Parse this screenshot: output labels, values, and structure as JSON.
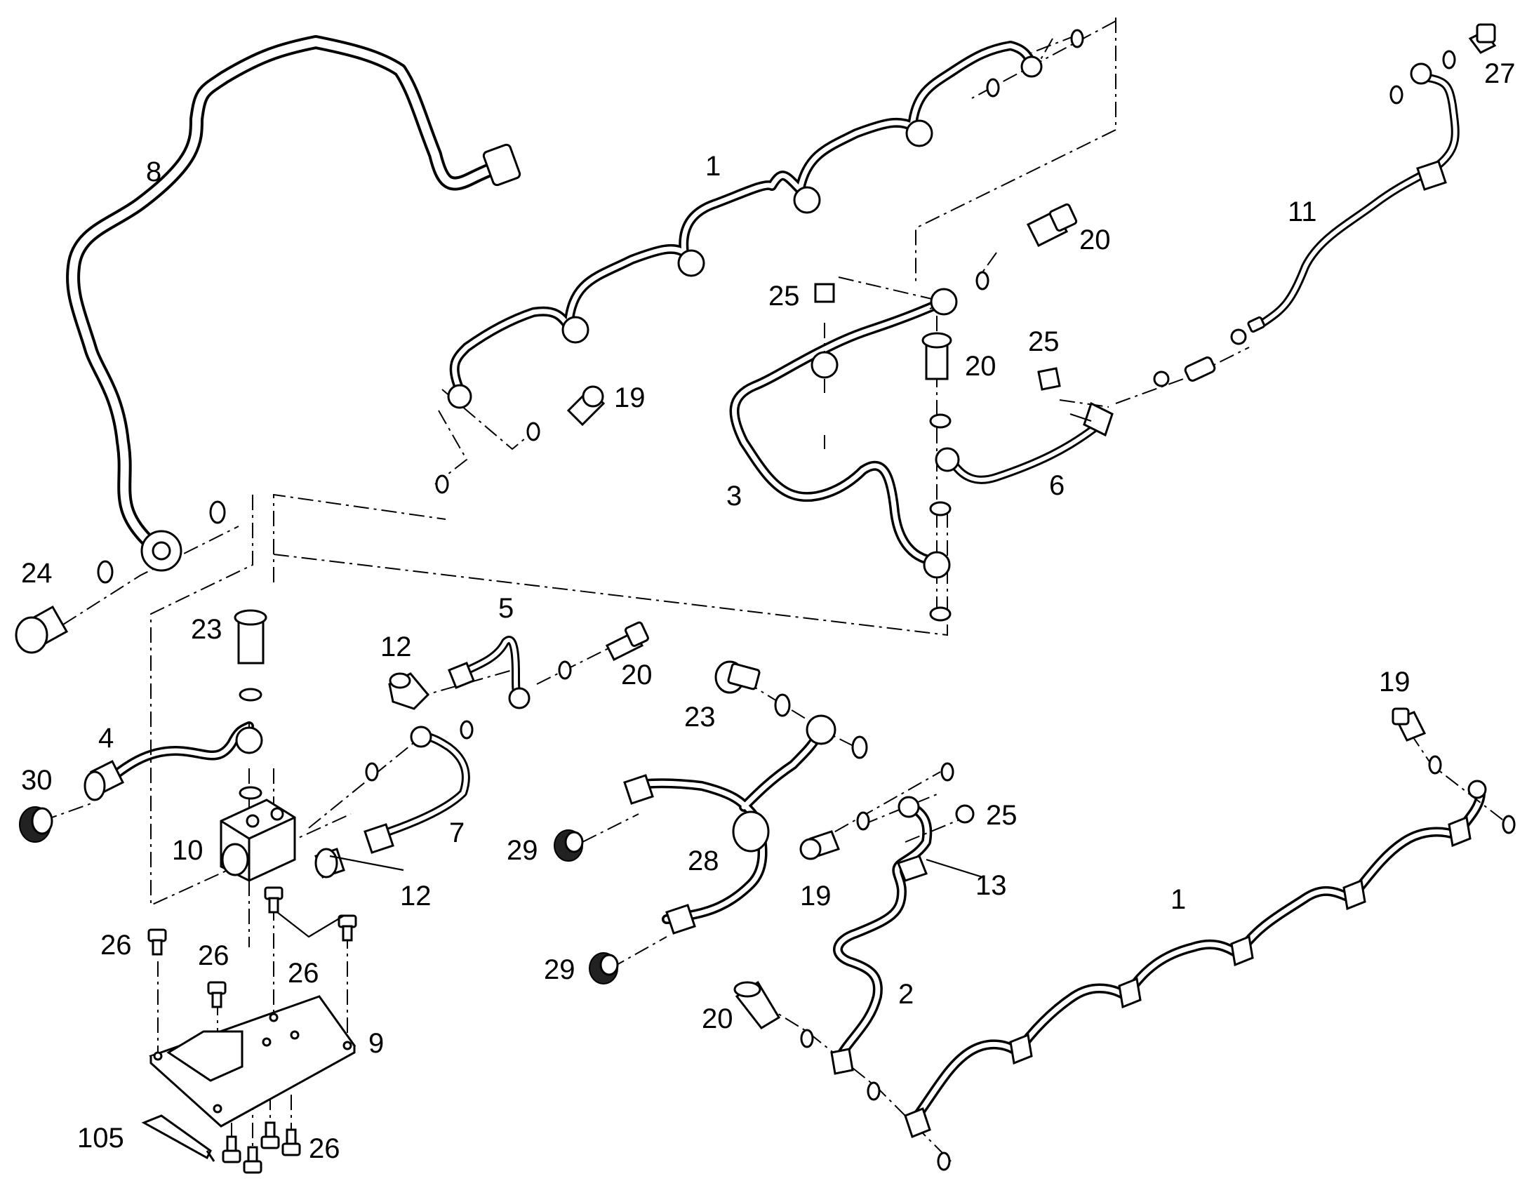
{
  "callouts": [
    {
      "id": "p8",
      "text": "8"
    },
    {
      "id": "p1a",
      "text": "1"
    },
    {
      "id": "p27",
      "text": "27"
    },
    {
      "id": "p11",
      "text": "11"
    },
    {
      "id": "p20a",
      "text": "20"
    },
    {
      "id": "p25a",
      "text": "25"
    },
    {
      "id": "p20b",
      "text": "20"
    },
    {
      "id": "p25b",
      "text": "25"
    },
    {
      "id": "p19a",
      "text": "19"
    },
    {
      "id": "p3",
      "text": "3"
    },
    {
      "id": "p6",
      "text": "6"
    },
    {
      "id": "p24",
      "text": "24"
    },
    {
      "id": "p23a",
      "text": "23"
    },
    {
      "id": "p5",
      "text": "5"
    },
    {
      "id": "p12a",
      "text": "12"
    },
    {
      "id": "p20c",
      "text": "20"
    },
    {
      "id": "p23b",
      "text": "23"
    },
    {
      "id": "p19b",
      "text": "19"
    },
    {
      "id": "p4",
      "text": "4"
    },
    {
      "id": "p30",
      "text": "30"
    },
    {
      "id": "p10",
      "text": "10"
    },
    {
      "id": "p7",
      "text": "7"
    },
    {
      "id": "p12b",
      "text": "12"
    },
    {
      "id": "p29a",
      "text": "29"
    },
    {
      "id": "p28",
      "text": "28"
    },
    {
      "id": "p25c",
      "text": "25"
    },
    {
      "id": "p19c",
      "text": "19"
    },
    {
      "id": "p13",
      "text": "13"
    },
    {
      "id": "p1b",
      "text": "1"
    },
    {
      "id": "p26a",
      "text": "26"
    },
    {
      "id": "p26b",
      "text": "26"
    },
    {
      "id": "p26c",
      "text": "26"
    },
    {
      "id": "p29b",
      "text": "29"
    },
    {
      "id": "p2",
      "text": "2"
    },
    {
      "id": "p20d",
      "text": "20"
    },
    {
      "id": "p9",
      "text": "9"
    },
    {
      "id": "p105",
      "text": "105"
    },
    {
      "id": "p26d",
      "text": "26"
    }
  ]
}
